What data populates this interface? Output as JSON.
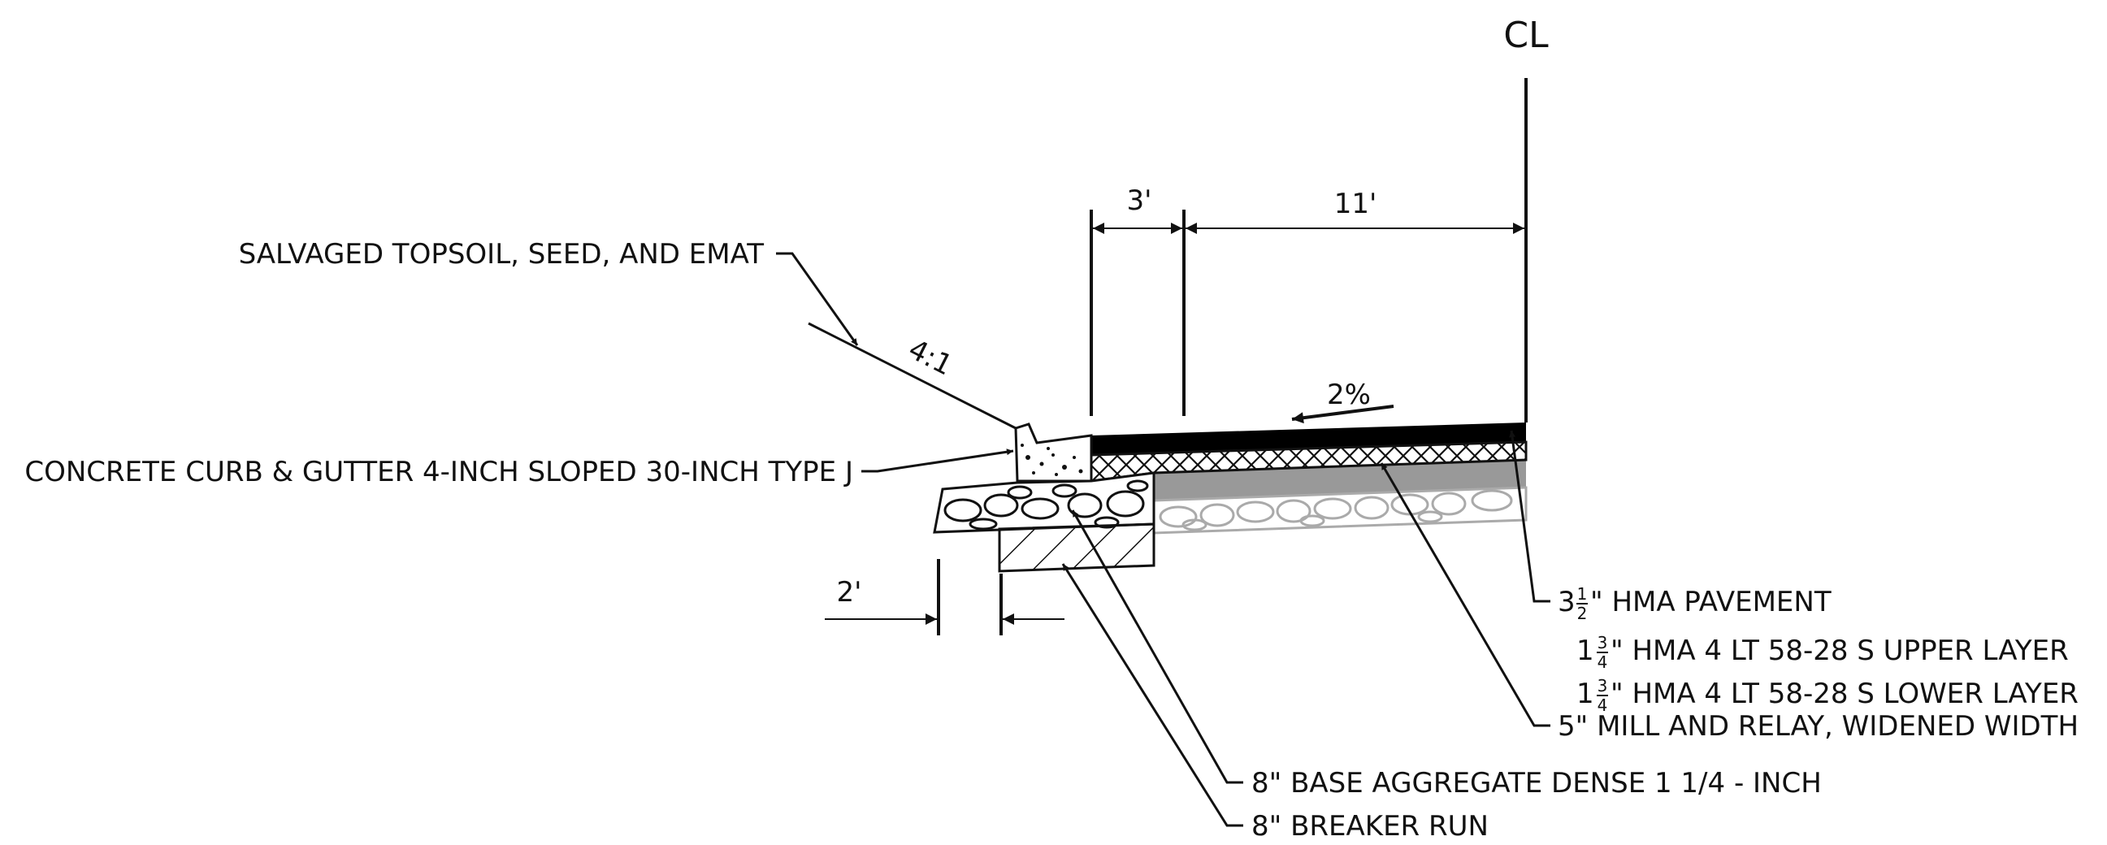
{
  "centerline": {
    "label": "CL"
  },
  "dimensions": {
    "shoulder": "3'",
    "lane": "11'",
    "offset": "2'"
  },
  "slopes": {
    "foreslope": "4:1",
    "cross_slope": "2%"
  },
  "callouts": {
    "topsoil": "SALVAGED TOPSOIL, SEED, AND EMAT",
    "curb": "CONCRETE CURB & GUTTER 4-INCH SLOPED 30-INCH TYPE J",
    "hma_total": {
      "whole": "3",
      "num": "1",
      "den": "2",
      "text": "\" HMA PAVEMENT"
    },
    "hma_upper": {
      "whole": "1",
      "num": "3",
      "den": "4",
      "text": "\" HMA 4 LT 58-28 S UPPER LAYER"
    },
    "hma_lower": {
      "whole": "1",
      "num": "3",
      "den": "4",
      "text": "\" HMA 4 LT 58-28 S LOWER LAYER"
    },
    "mill_relay": "5\" MILL AND RELAY, WIDENED WIDTH",
    "base_aggregate": "8\" BASE AGGREGATE DENSE 1 1/4 - INCH",
    "breaker_run": "8\" BREAKER RUN"
  },
  "colors": {
    "line": "#111111",
    "pavement": "#000000",
    "existing": "#999999",
    "existing_aggregate": "#aaaaaa"
  }
}
